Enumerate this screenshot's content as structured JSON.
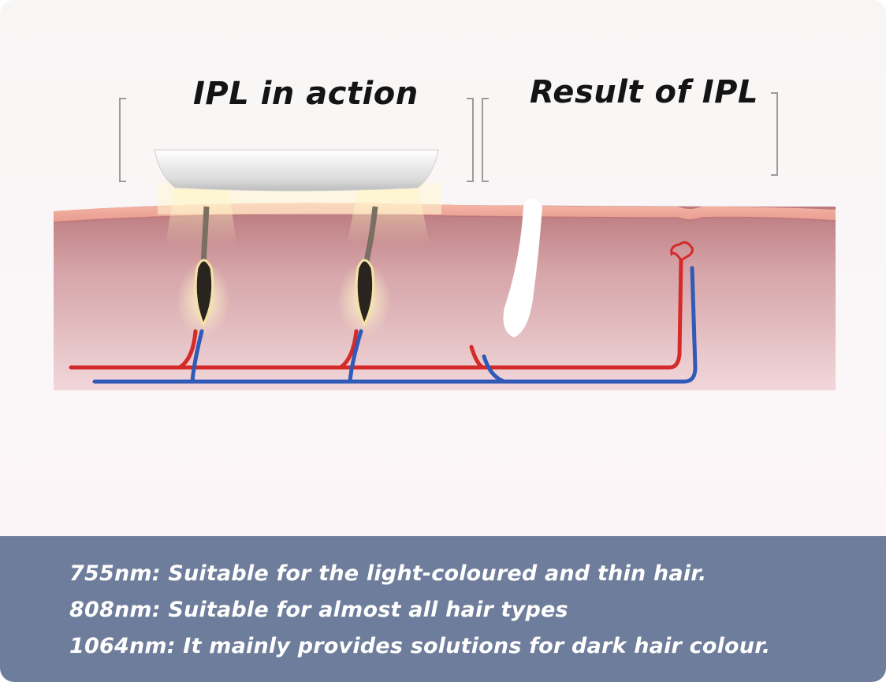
{
  "headings": {
    "left": "IPL in action",
    "right": "Result of IPL"
  },
  "captions": [
    "755nm: Suitable for the light-coloured and thin hair.",
    "808nm: Suitable for almost all hair types",
    "1064nm: It mainly provides solutions for dark hair colour."
  ],
  "colors": {
    "skin": "#c98d91",
    "artery": "#d42a2a",
    "vein": "#3059b8",
    "caption_panel": "#6e7d9b"
  }
}
